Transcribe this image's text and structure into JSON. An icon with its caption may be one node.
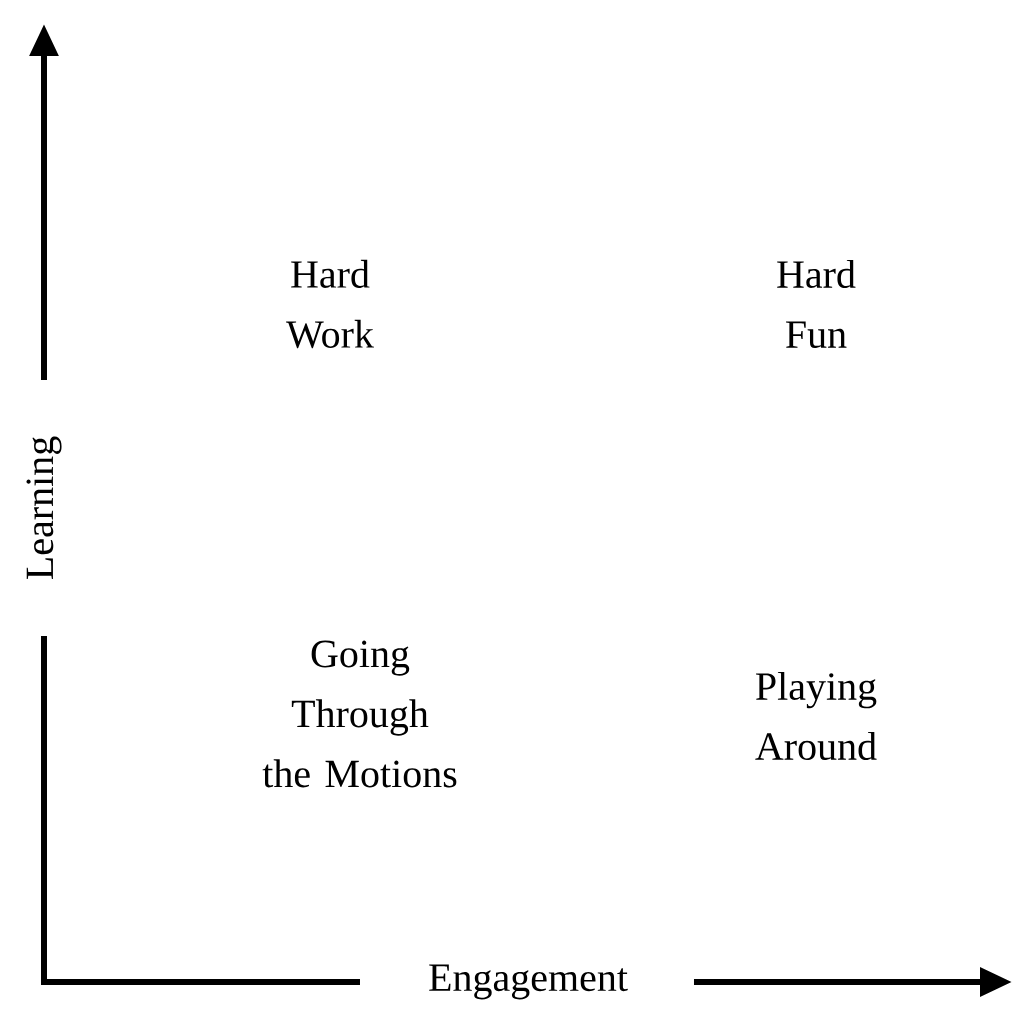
{
  "diagram": {
    "labels": [
      "Learning",
      "Hard Work",
      "Hard Fun",
      "Going Through the Motions",
      "Playing Around",
      "Engagement"
    ]
  }
}
